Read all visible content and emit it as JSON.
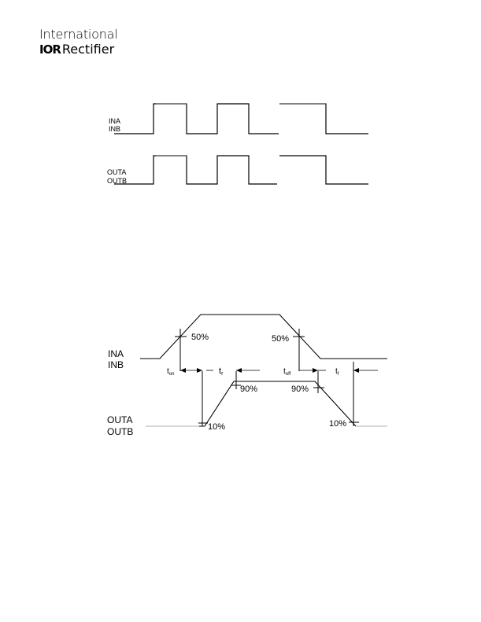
{
  "logo": {
    "line1": "International",
    "mark": "IOR",
    "word": "Rectifier"
  },
  "diagram1": {
    "input_label_1": "INA",
    "input_label_2": "INB",
    "output_label_1": "OUTA",
    "output_label_2": "OUTB"
  },
  "diagram2": {
    "input_label_1": "INA",
    "input_label_2": "INB",
    "output_label_1": "OUTA",
    "output_label_2": "OUTB",
    "label_50_rise": "50%",
    "label_50_fall": "50%",
    "label_90_rise": "90%",
    "label_90_fall": "90%",
    "label_10_rise": "10%",
    "label_10_fall": "10%",
    "t_on_main": "t",
    "t_on_sub": "on",
    "t_r_main": "t",
    "t_r_sub": "r",
    "t_off_main": "t",
    "t_off_sub": "off",
    "t_f_main": "t",
    "t_f_sub": "f"
  }
}
